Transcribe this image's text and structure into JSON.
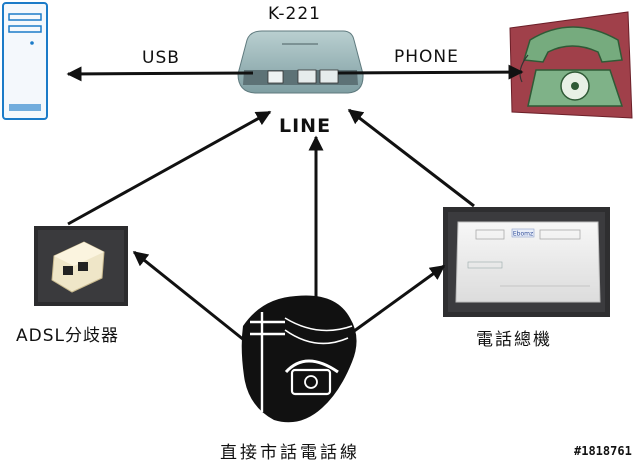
{
  "nodes": {
    "device": "K-221",
    "usb": "USB",
    "phone": "PHONE",
    "line": "LINE",
    "adsl": "ADSL分歧器",
    "pbx": "電話總機",
    "local_line": "直接市話電話線"
  },
  "pbx_badge": "Ebomz",
  "image_id": "#1818761",
  "colors": {
    "arrow": "#111111",
    "computer_outline": "#1b7bc8",
    "phone_green": "#76ab7e",
    "phone_backdrop": "#a0404a"
  }
}
